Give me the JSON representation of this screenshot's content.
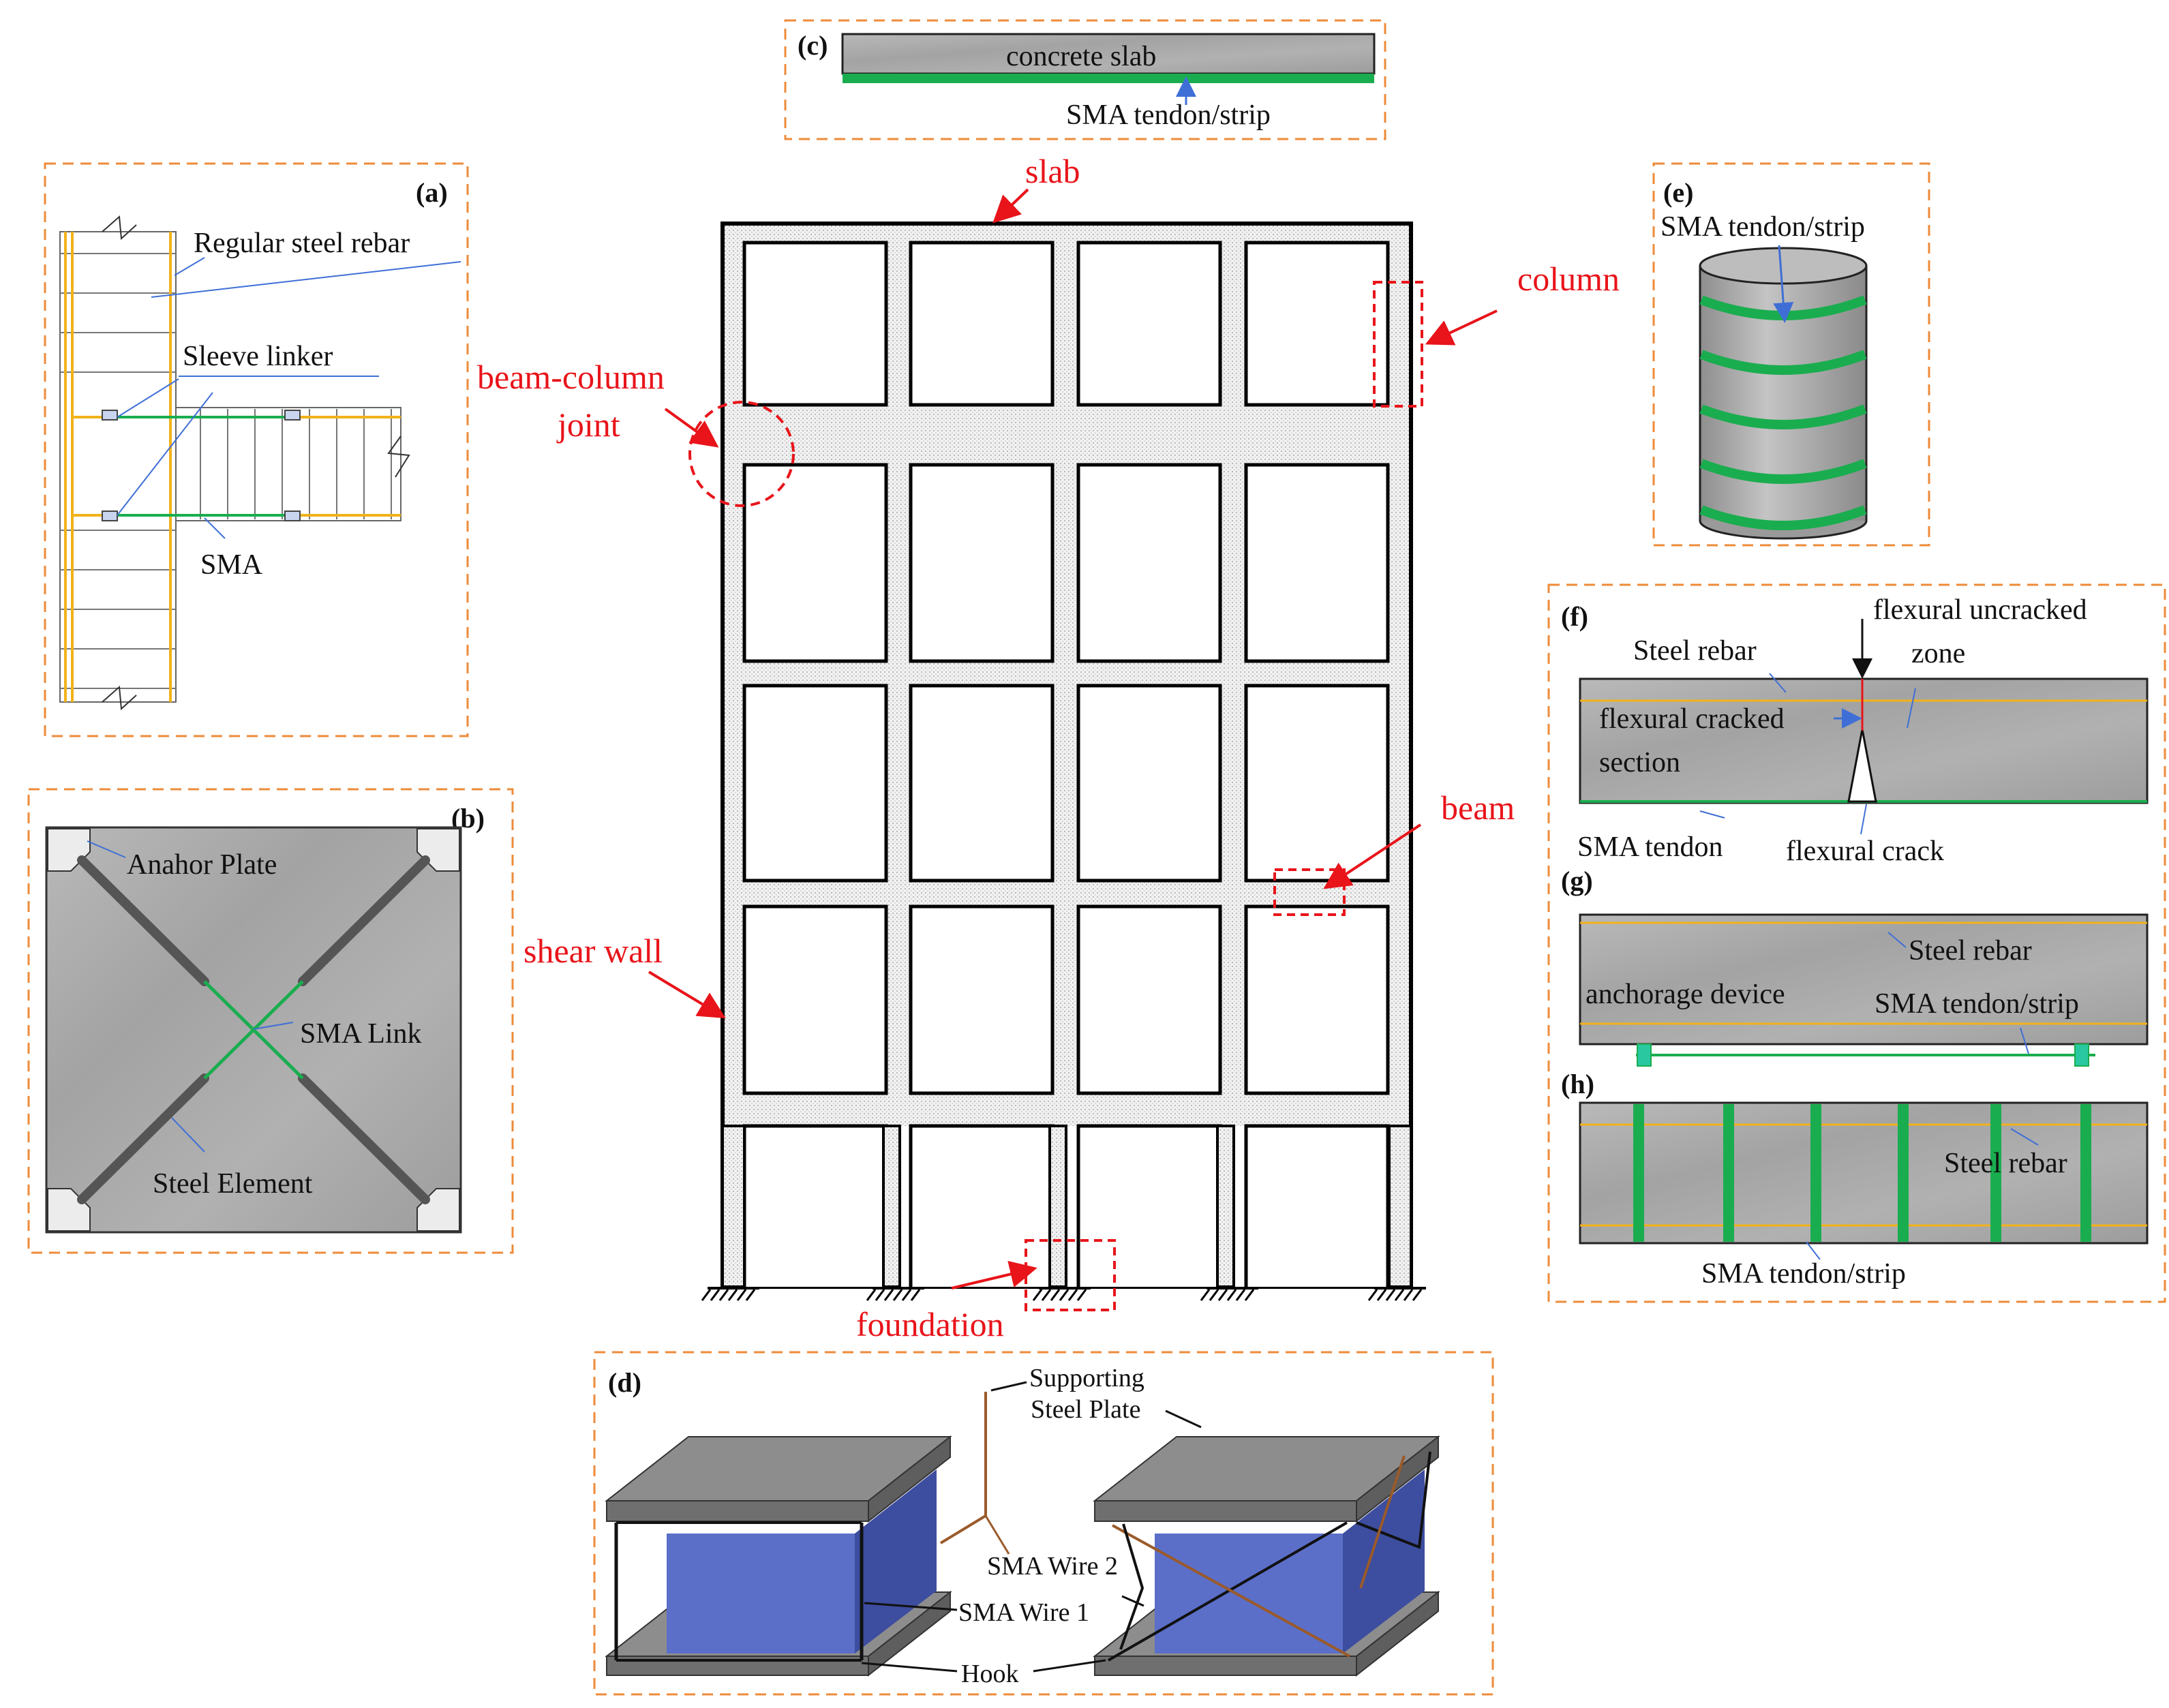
{
  "colors": {
    "panel_border": "#ee8b3a",
    "red_label": "#e8141a",
    "sma_green": "#1aad4f",
    "steel_orange": "#f2b21a",
    "concrete_gray": "#a9a9a9",
    "leader_blue": "#3f6fd6",
    "bearing_blue": "#5b6fc9",
    "wire_brown": "#9a5a2a"
  },
  "frame": {
    "labels": {
      "slab": "slab",
      "column": "column",
      "beam_column_joint_1": "beam-column",
      "beam_column_joint_2": "joint",
      "beam": "beam",
      "shear_wall": "shear wall",
      "foundation": "foundation"
    }
  },
  "panel_a": {
    "tag": "(a)",
    "regular_steel_rebar": "Regular steel rebar",
    "sleeve_linker": "Sleeve linker",
    "sma": "SMA"
  },
  "panel_b": {
    "tag": "(b)",
    "anchor_plate": "Anahor Plate",
    "sma_link": "SMA Link",
    "steel_element": "Steel Element"
  },
  "panel_c": {
    "tag": "(c)",
    "concrete_slab": "concrete slab",
    "sma_tendon_strip": "SMA tendon/strip"
  },
  "panel_d": {
    "tag": "(d)",
    "supporting_1": "Supporting",
    "supporting_2": "Steel Plate",
    "sma_wire_2": "SMA Wire 2",
    "sma_wire_1": "SMA Wire 1",
    "hook": "Hook"
  },
  "panel_e": {
    "tag": "(e)",
    "sma_tendon_strip": "SMA tendon/strip"
  },
  "panel_f": {
    "tag": "(f)",
    "steel_rebar": "Steel rebar",
    "uncracked_1": "flexural uncracked",
    "uncracked_2": "zone",
    "cracked_1": "flexural cracked",
    "cracked_2": "section",
    "sma_tendon": "SMA tendon",
    "flexural_crack": "flexural crack"
  },
  "panel_g": {
    "tag": "(g)",
    "steel_rebar": "Steel rebar",
    "anchorage_device": "anchorage device",
    "sma_tendon_strip": "SMA tendon/strip"
  },
  "panel_h": {
    "tag": "(h)",
    "steel_rebar": "Steel rebar",
    "sma_tendon_strip": "SMA tendon/strip"
  }
}
